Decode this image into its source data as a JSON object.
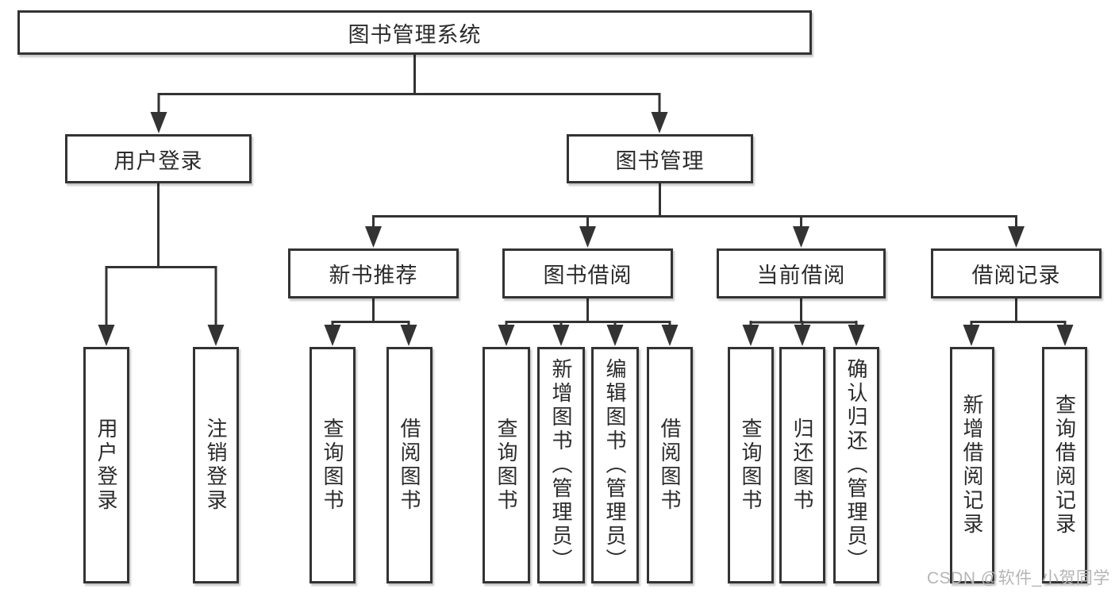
{
  "tree": {
    "root": "图书管理系统",
    "level2": [
      {
        "label": "用户登录",
        "leaves": [
          "用户登录",
          "注销登录"
        ]
      },
      {
        "label": "图书管理",
        "groups": [
          {
            "label": "新书推荐",
            "leaves": [
              "查询图书",
              "借阅图书"
            ]
          },
          {
            "label": "图书借阅",
            "leaves": [
              "查询图书",
              "新增图书（管理员）",
              "编辑图书（管理员）",
              "借阅图书"
            ]
          },
          {
            "label": "当前借阅",
            "leaves": [
              "查询图书",
              "归还图书",
              "确认归还（管理员）"
            ]
          },
          {
            "label": "借阅记录",
            "leaves": [
              "新增借阅记录",
              "查询借阅记录"
            ]
          }
        ]
      }
    ]
  },
  "watermark": "CSDN @软件_小贺同学",
  "colors": {
    "line": "#333333",
    "text": "#2b2b2b",
    "background": "#ffffff",
    "watermark": "#b5b5b5"
  }
}
